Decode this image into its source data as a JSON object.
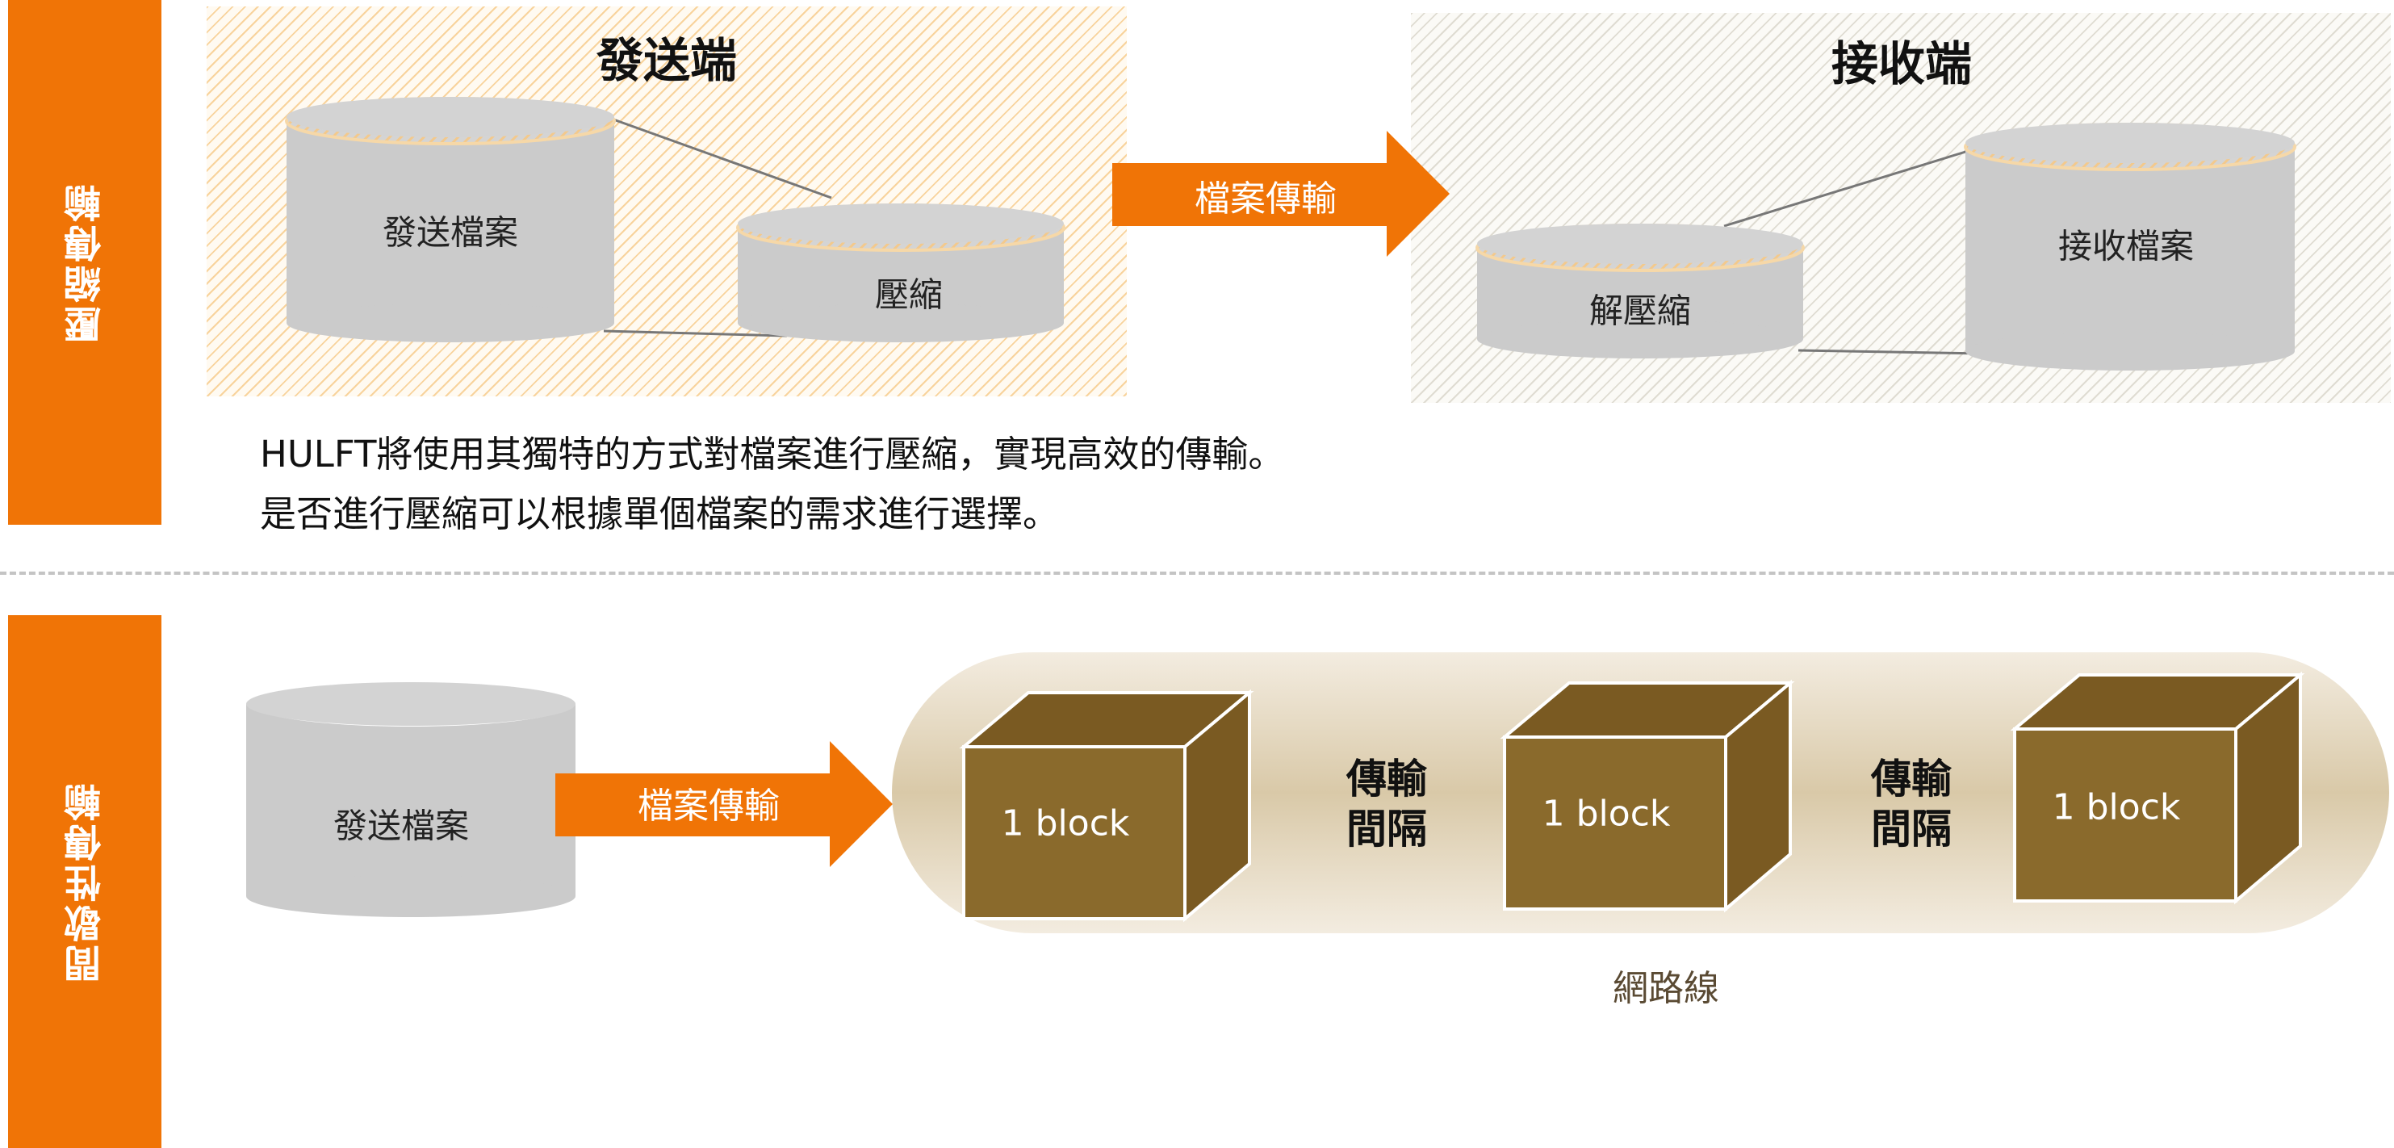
{
  "colors": {
    "accent_orange": "#f07406",
    "cylinder_gray": "#c8c8c8",
    "block_brown": "#8a6a2c",
    "tube_tan": "#cdb994"
  },
  "compression": {
    "side_label": "壓縮傳輸",
    "sender_title": "發送端",
    "receiver_title": "接收端",
    "send_file": "發送檔案",
    "compress": "壓縮",
    "transfer_arrow": "檔案傳輸",
    "decompress": "解壓縮",
    "receive_file": "接收檔案",
    "description": [
      "HULFT將使用其獨特的方式對檔案進行壓縮，實現高效的傳輸。",
      "是否進行壓縮可以根據單個檔案的需求進行選擇。"
    ]
  },
  "intermittent": {
    "side_label": "間歇性傳輸",
    "send_file": "發送檔案",
    "transfer_arrow": "檔案傳輸",
    "blocks": [
      "1 block",
      "1 block",
      "1 block"
    ],
    "intervals": [
      {
        "line1": "傳輸",
        "line2": "間隔"
      },
      {
        "line1": "傳輸",
        "line2": "間隔"
      }
    ],
    "network_label": "網路線"
  }
}
